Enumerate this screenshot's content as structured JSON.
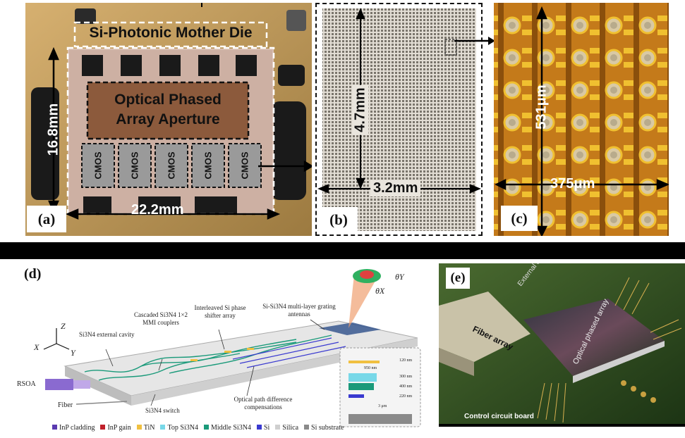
{
  "panel_a": {
    "tag": "(a)",
    "title": "Si-Photonic Mother Die",
    "aperture_line1": "Optical Phased",
    "aperture_line2": "Array Aperture",
    "cmos_label": "CMOS",
    "height_label": "16.8mm",
    "width_label": "22.2mm"
  },
  "panel_b": {
    "tag": "(b)",
    "height_label": "4.7mm",
    "width_label": "3.2mm"
  },
  "panel_c": {
    "tag": "(c)",
    "height_label": "531μm",
    "width_label": "375μm"
  },
  "panel_d": {
    "tag": "(d)",
    "axis_z": "Z",
    "axis_x": "X",
    "axis_y": "Y",
    "theta_y": "θY",
    "theta_x": "θX",
    "labels": {
      "external_cavity": "Si3N4 external cavity",
      "mmi": "Cascaded Si3N4 1×2 MMI couplers",
      "phase_shifter": "Interleaved Si phase shifter array",
      "antennas": "Si-Si3N4 multi-layer grating antennas",
      "rsoa": "RSOA",
      "fiber": "Fiber",
      "switch": "Si3N4 switch",
      "opd": "Optical path difference compensations"
    },
    "stack_labels": [
      "120 nm",
      "950 nm",
      "300 nm",
      "400 nm",
      "220 nm",
      "3 μm"
    ],
    "legend": [
      {
        "label": "InP cladding",
        "color": "#5a3ab0"
      },
      {
        "label": "InP gain",
        "color": "#c0202a"
      },
      {
        "label": "TiN",
        "color": "#f0c040"
      },
      {
        "label": "Top Si3N4",
        "color": "#78d8e8"
      },
      {
        "label": "Middle Si3N4",
        "color": "#1a9a7a"
      },
      {
        "label": "Si",
        "color": "#3a3ad0"
      },
      {
        "label": "Silica",
        "color": "#cfcfcf"
      },
      {
        "label": "Si substrate",
        "color": "#8a8a8a"
      }
    ]
  },
  "panel_e": {
    "tag": "(e)",
    "ext_laser": "External cavity Laser",
    "fiber_array": "Fiber array",
    "opa": "Optical phased array",
    "board": "Control circuit board"
  }
}
